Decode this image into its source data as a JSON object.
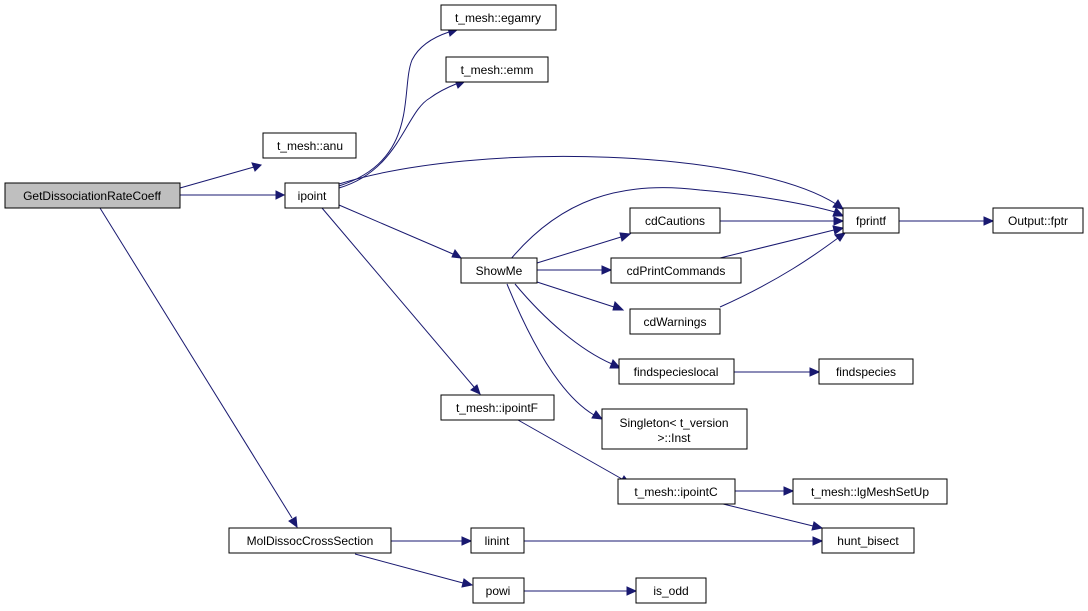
{
  "colors": {
    "edge": "#191970",
    "root_fill": "#bfbfbf",
    "node_fill": "#ffffff",
    "node_border": "#000000"
  },
  "nodes": {
    "root": "GetDissociationRateCoeff",
    "anu": "t_mesh::anu",
    "ipoint": "ipoint",
    "egamry": "t_mesh::egamry",
    "emm": "t_mesh::emm",
    "molx": "MolDissocCrossSection",
    "showme": "ShowMe",
    "ipointF": "t_mesh::ipointF",
    "cdCautions": "cdCautions",
    "cdPrint": "cdPrintCommands",
    "cdWarnings": "cdWarnings",
    "fsl": "findspecieslocal",
    "singleton_l1": "Singleton< t_version",
    "singleton_l2": ">::Inst",
    "fprintf": "fprintf",
    "fptr": "Output::fptr",
    "findspecies": "findspecies",
    "ipointC": "t_mesh::ipointC",
    "lgmesh": "t_mesh::lgMeshSetUp",
    "hunt": "hunt_bisect",
    "linint": "linint",
    "powi": "powi",
    "is_odd": "is_odd"
  }
}
